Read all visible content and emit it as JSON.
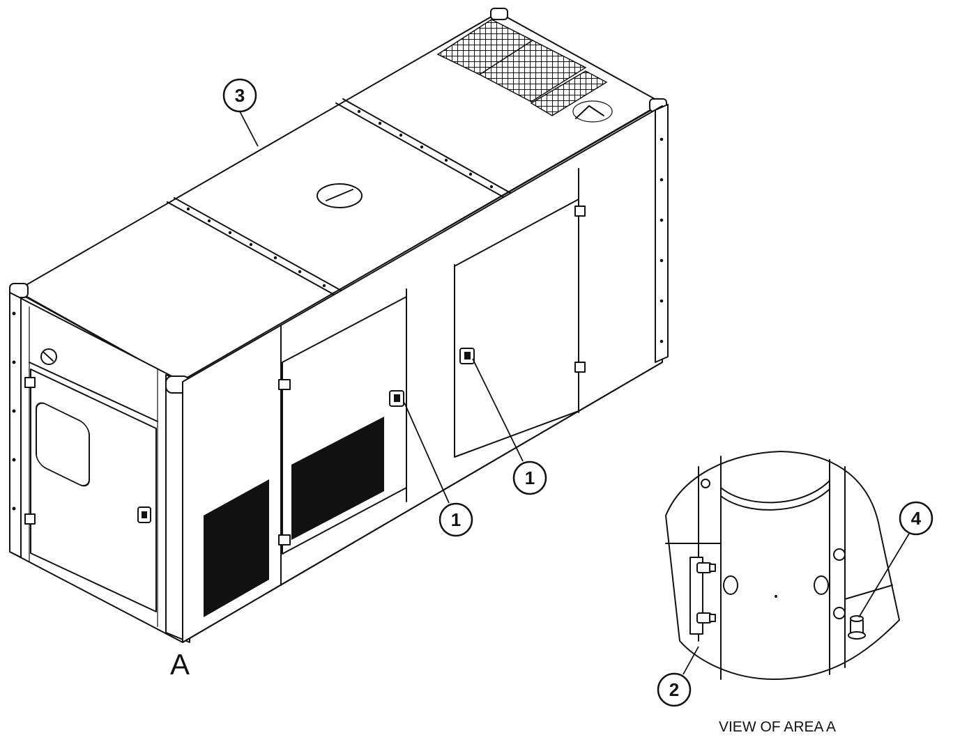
{
  "diagram": {
    "area_marker": "A",
    "detail_caption": "VIEW OF AREA  A",
    "callouts": [
      {
        "id": "callout-1a",
        "label": "1"
      },
      {
        "id": "callout-1b",
        "label": "1"
      },
      {
        "id": "callout-2",
        "label": "2"
      },
      {
        "id": "callout-3",
        "label": "3"
      },
      {
        "id": "callout-4",
        "label": "4"
      }
    ]
  }
}
